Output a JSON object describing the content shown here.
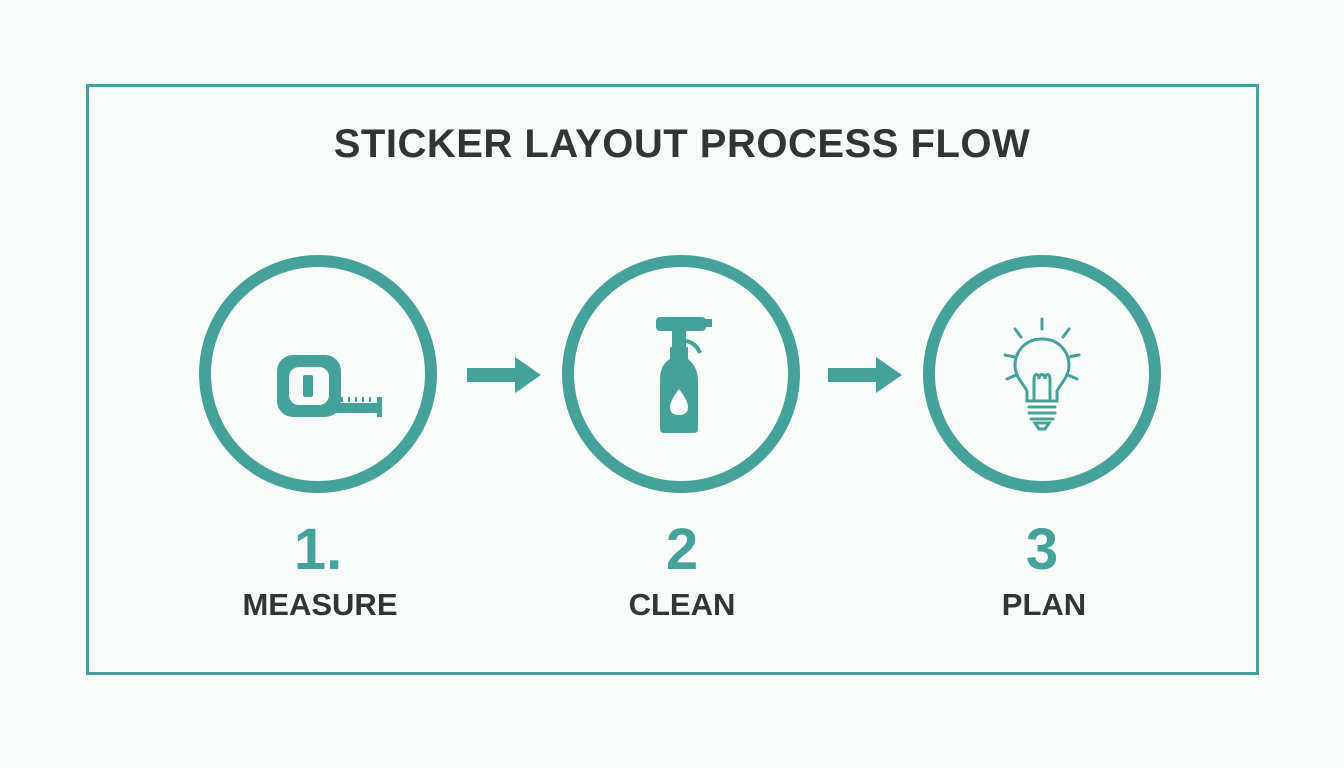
{
  "title": "STICKER LAYOUT PROCESS FLOW",
  "accent_color": "#45a29b",
  "text_color": "#333535",
  "steps": [
    {
      "number": "1.",
      "label": "MEASURE",
      "icon": "tape-measure-icon"
    },
    {
      "number": "2",
      "label": "CLEAN",
      "icon": "spray-bottle-icon"
    },
    {
      "number": "3",
      "label": "PLAN",
      "icon": "lightbulb-icon"
    }
  ]
}
